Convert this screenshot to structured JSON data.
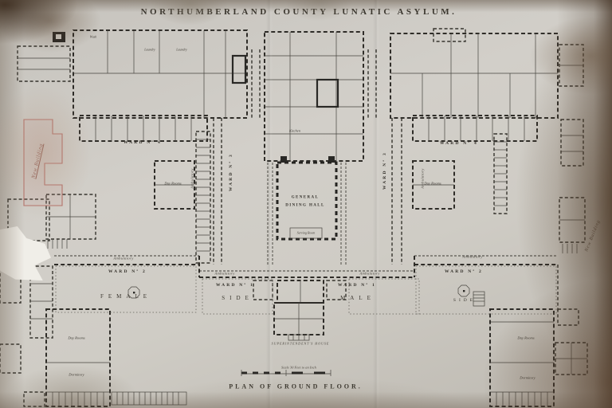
{
  "doc": {
    "title": "NORTHUMBERLAND COUNTY LUNATIC ASYLUM.",
    "caption": "PLAN OF GROUND FLOOR.",
    "scale_note": "Scale 30 Feet to an Inch"
  },
  "labels": {
    "general": "GENERAL",
    "dining_hall": "DINING HALL",
    "serving_room": "Serving Room",
    "kitchen": "Kitchen",
    "superintendents_house": "SUPERINTENDENT'S  HOUSE",
    "ward_no_1": "WARD Nº 1",
    "ward_no_2": "WARD Nº 2",
    "ward_no_3": "WARD Nº 3",
    "ward_no_4": "WARD Nº 4",
    "female": "FEMALE",
    "male": "MALE",
    "side": "SIDE",
    "ambulatory": "Ambulatory",
    "day_rooms": "Day Rooms",
    "dormitory": "Dormitory",
    "wash": "Wash",
    "laundry": "Laundry",
    "new_building": "New Building"
  },
  "colors": {
    "paper": "#cfccc5",
    "ink": "#23211d",
    "sketch_pink": "#b26a62",
    "stain_brown": "#5a4530"
  }
}
